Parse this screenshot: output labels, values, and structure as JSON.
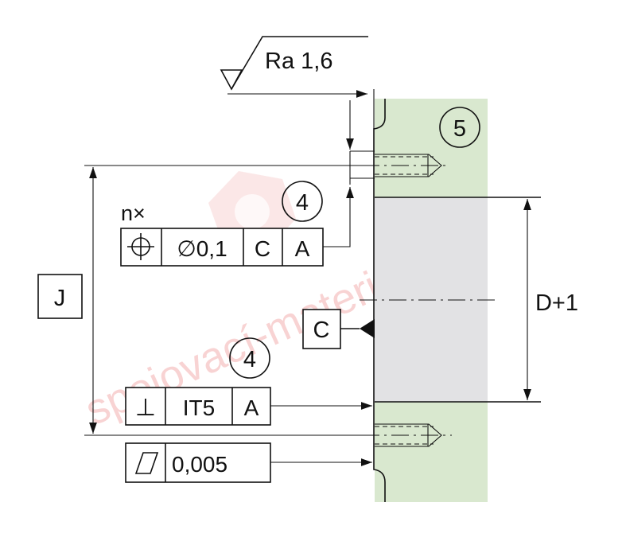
{
  "roughness": {
    "label": "Ra 1,6"
  },
  "balloons": {
    "top": "5",
    "gdt_position": "4",
    "gdt_perpendicular": "4"
  },
  "dimensions": {
    "left_height": "J",
    "bore": "D+1"
  },
  "position_frame": {
    "prefix": "n×",
    "symbol": "⌖",
    "tolerance": "∅0,1",
    "datum_1": "C",
    "datum_2": "A"
  },
  "datum_feature": {
    "label": "C"
  },
  "perpendicular_frame": {
    "symbol": "⊥",
    "tolerance": "IT5",
    "datum": "A"
  },
  "flatness_frame": {
    "symbol": "▱",
    "tolerance": "0,005"
  },
  "watermark": {
    "text": "spojovací-materiál.net"
  },
  "colors": {
    "part_fill": "#d9e8cf",
    "bore_fill": "#e2e2e4",
    "watermark": "#e23a3a",
    "line": "#111111"
  }
}
